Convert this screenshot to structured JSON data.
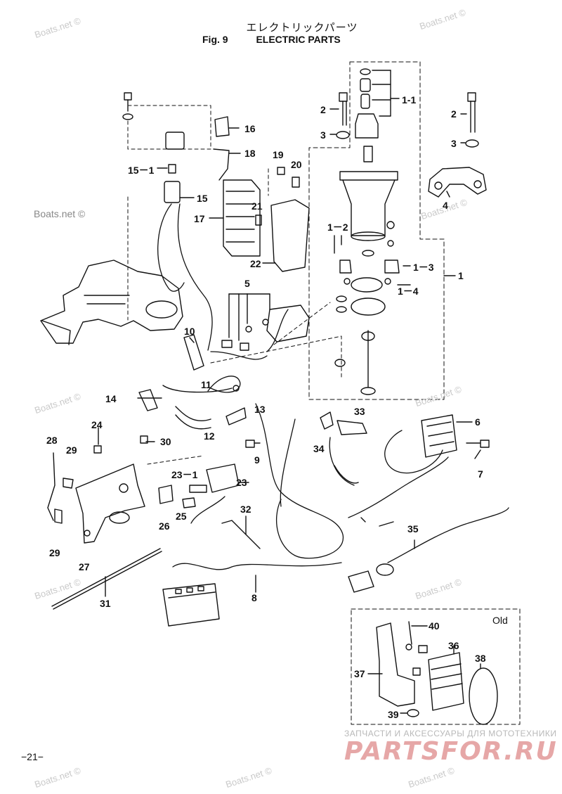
{
  "header": {
    "title_jp": "エレクトリックパーツ",
    "fig": "Fig. 9",
    "title_en": "ELECTRIC PARTS"
  },
  "watermark": "Boats.net ©",
  "callouts": [
    {
      "id": "c-1-1",
      "text": "1-1"
    },
    {
      "id": "c-2a",
      "text": "2"
    },
    {
      "id": "c-3a",
      "text": "3"
    },
    {
      "id": "c-2b",
      "text": "2"
    },
    {
      "id": "c-3b",
      "text": "3"
    },
    {
      "id": "c-4",
      "text": "4"
    },
    {
      "id": "c-16",
      "text": "16"
    },
    {
      "id": "c-18",
      "text": "18"
    },
    {
      "id": "c-19",
      "text": "19"
    },
    {
      "id": "c-20",
      "text": "20"
    },
    {
      "id": "c-15-1",
      "text": "15－1"
    },
    {
      "id": "c-15",
      "text": "15"
    },
    {
      "id": "c-21",
      "text": "21"
    },
    {
      "id": "c-17",
      "text": "17"
    },
    {
      "id": "c-22",
      "text": "22"
    },
    {
      "id": "c-1-2",
      "text": "1－2"
    },
    {
      "id": "c-1-3",
      "text": "1－3"
    },
    {
      "id": "c-1-4",
      "text": "1－4"
    },
    {
      "id": "c-1",
      "text": "1"
    },
    {
      "id": "c-5",
      "text": "5"
    },
    {
      "id": "c-10",
      "text": "10"
    },
    {
      "id": "c-11",
      "text": "11"
    },
    {
      "id": "c-14",
      "text": "14"
    },
    {
      "id": "c-13",
      "text": "13"
    },
    {
      "id": "c-12",
      "text": "12"
    },
    {
      "id": "c-33",
      "text": "33"
    },
    {
      "id": "c-6",
      "text": "6"
    },
    {
      "id": "c-7",
      "text": "7"
    },
    {
      "id": "c-34",
      "text": "34"
    },
    {
      "id": "c-9",
      "text": "9"
    },
    {
      "id": "c-24",
      "text": "24"
    },
    {
      "id": "c-28",
      "text": "28"
    },
    {
      "id": "c-29a",
      "text": "29"
    },
    {
      "id": "c-30",
      "text": "30"
    },
    {
      "id": "c-23-1",
      "text": "23－1"
    },
    {
      "id": "c-23",
      "text": "23"
    },
    {
      "id": "c-26",
      "text": "26"
    },
    {
      "id": "c-25",
      "text": "25"
    },
    {
      "id": "c-32",
      "text": "32"
    },
    {
      "id": "c-29b",
      "text": "29"
    },
    {
      "id": "c-27",
      "text": "27"
    },
    {
      "id": "c-35",
      "text": "35"
    },
    {
      "id": "c-31",
      "text": "31"
    },
    {
      "id": "c-8",
      "text": "8"
    },
    {
      "id": "c-40",
      "text": "40"
    },
    {
      "id": "c-36",
      "text": "36"
    },
    {
      "id": "c-38",
      "text": "38"
    },
    {
      "id": "c-37",
      "text": "37"
    },
    {
      "id": "c-39",
      "text": "39"
    }
  ],
  "old_label": "Old",
  "page_number": "−21−",
  "shop": {
    "tagline": "ЗАПЧАСТИ И АКСЕССУАРЫ ДЛЯ МОТОТЕХНИКИ",
    "brand": "PARTSFOR.RU"
  }
}
